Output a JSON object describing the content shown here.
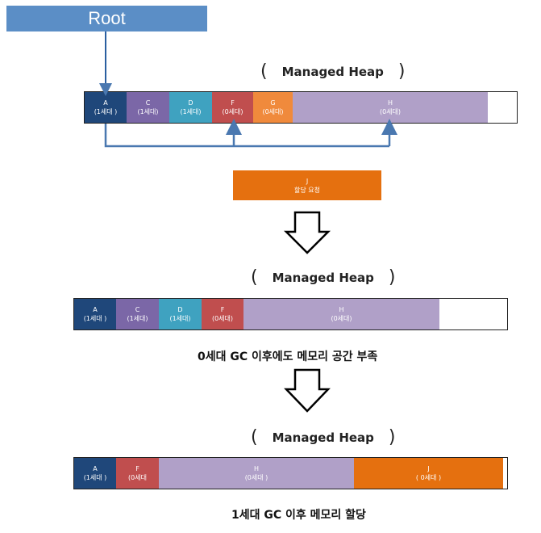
{
  "root": {
    "label": "Root"
  },
  "heap_title": "Managed Heap",
  "heap1": {
    "blocks": [
      {
        "name": "A",
        "gen": "(1세대 )"
      },
      {
        "name": "C",
        "gen": "(1세대)"
      },
      {
        "name": "D",
        "gen": "(1세대)"
      },
      {
        "name": "F",
        "gen": "(0세대)"
      },
      {
        "name": "G",
        "gen": "(0세대)"
      },
      {
        "name": "H",
        "gen": "(0세대)"
      }
    ]
  },
  "alloc_request": {
    "name": "J",
    "label": "할당 요청"
  },
  "heap2": {
    "blocks": [
      {
        "name": "A",
        "gen": "(1세대 )"
      },
      {
        "name": "C",
        "gen": "(1세대)"
      },
      {
        "name": "D",
        "gen": "(1세대)"
      },
      {
        "name": "F",
        "gen": "(0세대)"
      },
      {
        "name": "H",
        "gen": "(0세대)"
      }
    ]
  },
  "caption1": "0세대 GC 이후에도 메모리 공간 부족",
  "heap3": {
    "blocks": [
      {
        "name": "A",
        "gen": "(1세대 )"
      },
      {
        "name": "F",
        "gen": "(0세대"
      },
      {
        "name": "H",
        "gen": "(0세대 )"
      },
      {
        "name": "J",
        "gen": "( 0세대 )"
      }
    ]
  },
  "caption2": "1세대 GC 이후 메모리 할당",
  "colors": {
    "root": "#5b8ec6",
    "gen1_dark": "#1f477a",
    "purple": "#7b67a7",
    "cyan": "#3fa2c0",
    "red": "#c04e4e",
    "orange_light": "#f08a3c",
    "lavender": "#b0a0c8",
    "orange": "#e5700f",
    "arrow": "#4a78b0"
  }
}
